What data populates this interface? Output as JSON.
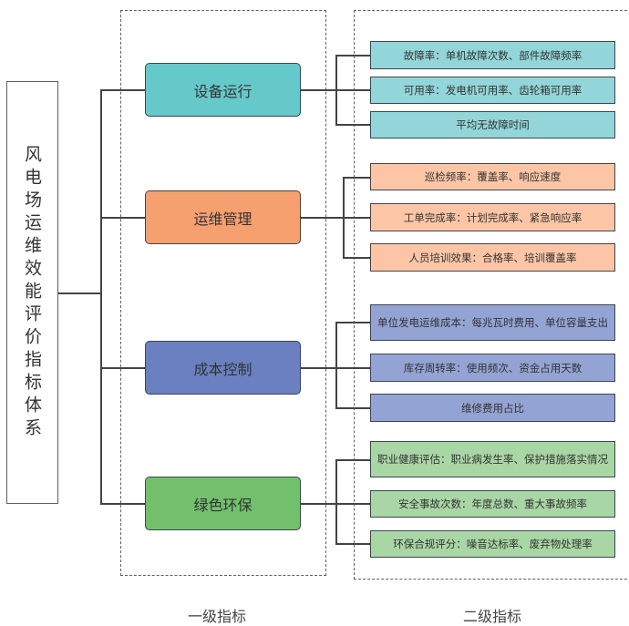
{
  "root": {
    "label": "风电场运维效能评价指标体系"
  },
  "colors": {
    "equipment": "#66c9c9",
    "equipment_sub": "#93d6d9",
    "maintenance": "#f6a06f",
    "maintenance_sub": "#fcc6a6",
    "cost": "#6a80c0",
    "cost_sub": "#93a3d4",
    "green": "#72c06c",
    "green_sub": "#a9d6a5"
  },
  "level1": [
    {
      "label": "设备运行",
      "children": [
        "故障率：单机故障次数、部件故障频率",
        "可用率：发电机可用率、齿轮箱可用率",
        "平均无故障时间"
      ]
    },
    {
      "label": "运维管理",
      "children": [
        "巡检频率：覆盖率、响应速度",
        "工单完成率：计划完成率、紧急响应率",
        "人员培训效果：合格率、培训覆盖率"
      ]
    },
    {
      "label": "成本控制",
      "children": [
        "单位发电运维成本：每兆瓦时费用、单位容量支出",
        "库存周转率：使用频次、资金占用天数",
        "维修费用占比"
      ]
    },
    {
      "label": "绿色环保",
      "children": [
        "职业健康评估：职业病发生率、保护措施落实情况",
        "安全事故次数：年度总数、重大事故频率",
        "环保合规评分：噪音达标率、废弃物处理率"
      ]
    }
  ],
  "captions": {
    "level1": "一级指标",
    "level2": "二级指标"
  }
}
